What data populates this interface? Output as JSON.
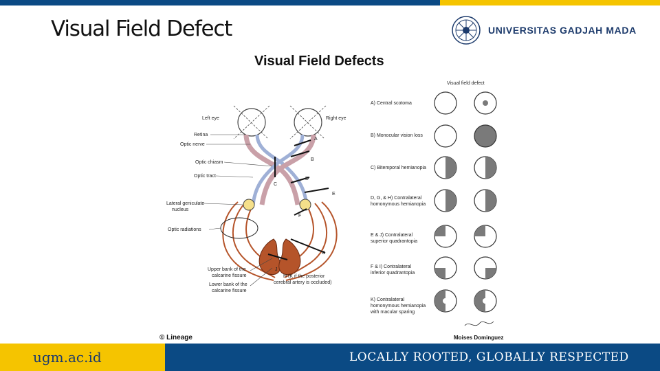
{
  "slide": {
    "title": "Visual Field Defect"
  },
  "logo": {
    "text": "UNIVERSITAS GADJAH MADA"
  },
  "figure": {
    "title": "Visual Field Defects",
    "column_header": "Visual field defect",
    "anatomy_labels": {
      "left_eye": "Left eye",
      "right_eye": "Right eye",
      "retina": "Retina",
      "optic_nerve": "Optic nerve",
      "optic_chiasm": "Optic chiasm",
      "optic_tract": "Optic tract",
      "lgn_1": "Lateral geniculate",
      "lgn_2": "nucleus",
      "optic_radiations": "Optic radiations",
      "upper_bank_1": "Upper bank of the",
      "upper_bank_2": "calcarine fissure",
      "lower_bank_1": "Lower bank of the",
      "lower_bank_2": "calcarine fissure",
      "hk_note_1": "H (K if the posterior",
      "hk_note_2": "cerebral artery is occluded)"
    },
    "lesion_letters": [
      "A",
      "B",
      "C",
      "D",
      "E",
      "F",
      "G",
      "J"
    ],
    "defects": [
      {
        "label_1": "A) Central scotoma",
        "label_2": ""
      },
      {
        "label_1": "B) Monocular vision loss",
        "label_2": ""
      },
      {
        "label_1": "C) Bitemporal hemianopia",
        "label_2": ""
      },
      {
        "label_1": "D, G, & H) Contralateral",
        "label_2": "homonymous hemianopia"
      },
      {
        "label_1": "E & J) Contralateral",
        "label_2": "superior quadrantopia"
      },
      {
        "label_1": "F & I) Contralateral",
        "label_2": "inferior quadrantopia"
      },
      {
        "label_1": "K) Contralateral",
        "label_2": "homonymous hemianopia",
        "label_3": "with macular sparing"
      }
    ],
    "copyright": "© Lineage",
    "author": "Moises Dominguez"
  },
  "footer": {
    "url": "ugm.ac.id",
    "tagline": "LOCALLY ROOTED, GLOBALLY RESPECTED"
  },
  "colors": {
    "brand_blue": "#0b4a84",
    "brand_gold": "#f5c400",
    "defect_gray": "#7a7a7a",
    "radiation_brown": "#b5542a",
    "lgn_yellow": "#f5e08a"
  }
}
